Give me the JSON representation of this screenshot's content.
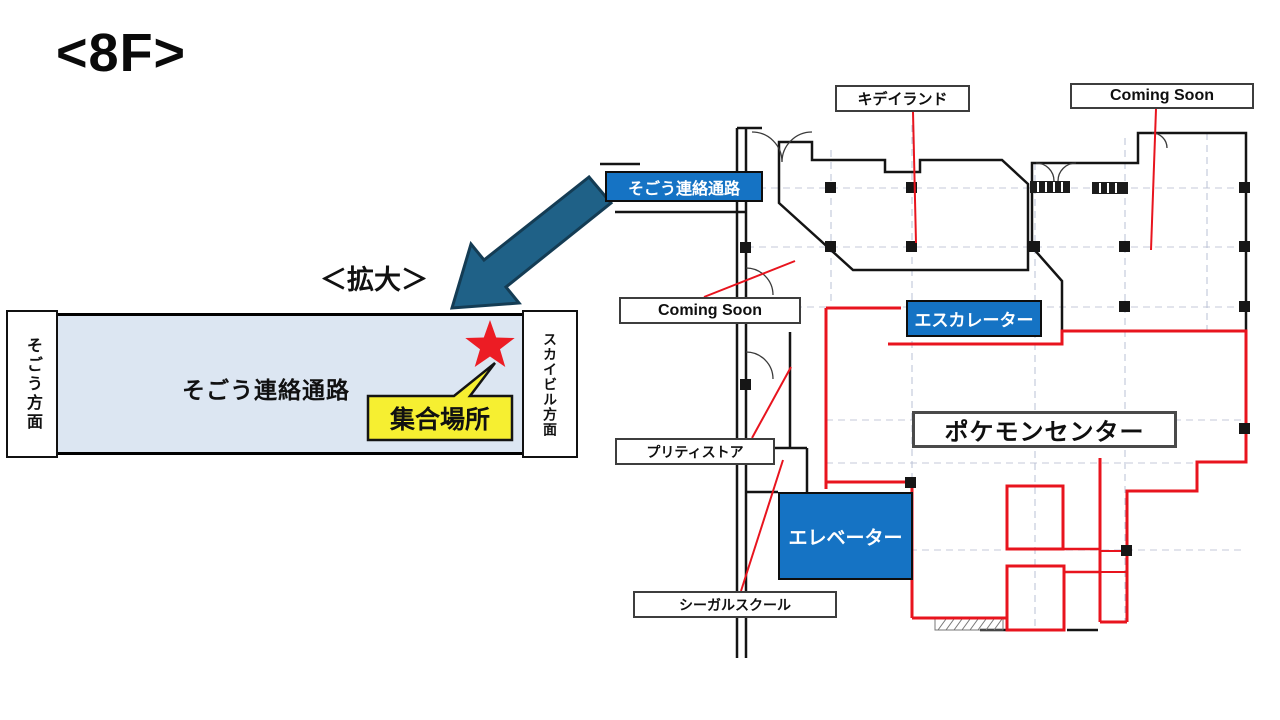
{
  "page": {
    "floor_title": "<8F>",
    "zoom_note": "＜拡大＞"
  },
  "inset": {
    "left_direction": "そごう方面",
    "corridor": "そごう連絡通路",
    "right_direction": "スカイビル方面",
    "meeting_point": "集合場所"
  },
  "plan": {
    "labels": {
      "kiddyland": "キデイランド",
      "coming_soon_top": "Coming Soon",
      "sogo_passage": "そごう連絡通路",
      "coming_soon_left": "Coming Soon",
      "escalator": "エスカレーター",
      "pokemon_center": "ポケモンセンター",
      "pretty_store": "プリティストア",
      "elevator": "エレベーター",
      "seagull_school": "シーガルスクール"
    }
  },
  "colors": {
    "label_blue": "#1573c4",
    "plan_red": "#e8141e",
    "corridor_fill": "#dce6f2",
    "callout_yellow": "#f6ef31",
    "arrow_teal": "#1f6187",
    "star_red": "#ec1c24"
  }
}
